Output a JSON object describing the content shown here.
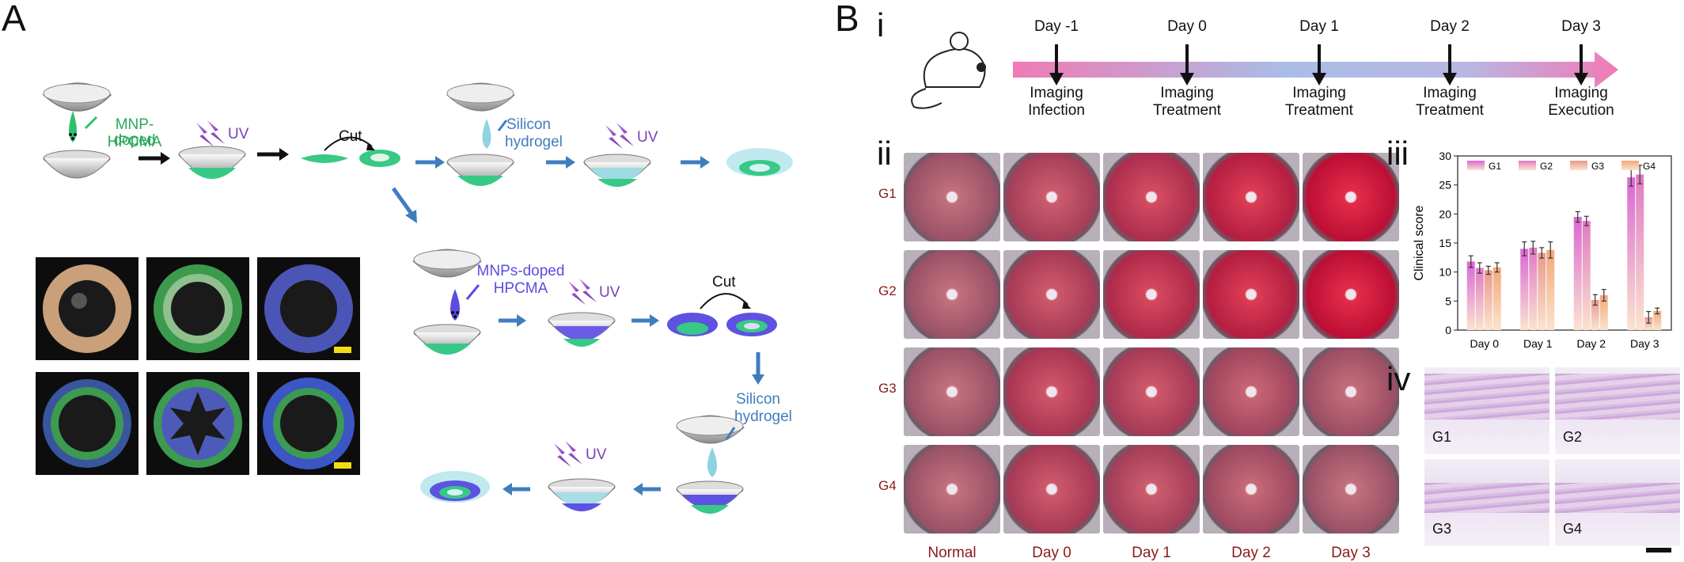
{
  "panelA": {
    "letter": "A",
    "labels": {
      "mnp_doped": "MNP-doped",
      "hpcma": "HPCMA",
      "uv": "UV",
      "cut": "Cut",
      "silicon": "Silicon",
      "hydrogel": "hydrogel",
      "mnps_doped": "MNPs-doped"
    }
  },
  "panelB": {
    "letter": "B",
    "i": {
      "numeral": "i",
      "timeline": [
        {
          "day": "Day -1",
          "l1": "Imaging",
          "l2": "Infection"
        },
        {
          "day": "Day 0",
          "l1": "Imaging",
          "l2": "Treatment"
        },
        {
          "day": "Day 1",
          "l1": "Imaging",
          "l2": "Treatment"
        },
        {
          "day": "Day 2",
          "l1": "Imaging",
          "l2": "Treatment"
        },
        {
          "day": "Day 3",
          "l1": "Imaging",
          "l2": "Execution"
        }
      ]
    },
    "ii": {
      "numeral": "ii",
      "rows": [
        "G1",
        "G2",
        "G3",
        "G4"
      ],
      "cols": [
        "Normal",
        "Day 0",
        "Day 1",
        "Day 2",
        "Day 3"
      ]
    },
    "iii": {
      "numeral": "iii"
    },
    "iv": {
      "numeral": "iv",
      "tags": [
        "G1",
        "G2",
        "G3",
        "G4"
      ]
    }
  },
  "chart_data": {
    "type": "bar",
    "ylabel": "Clinical score",
    "categories": [
      "Day 0",
      "Day 1",
      "Day 2",
      "Day 3"
    ],
    "ylim": [
      0,
      30
    ],
    "yticks": [
      0,
      5,
      10,
      15,
      20,
      25,
      30
    ],
    "legend_placement": "top",
    "series": [
      {
        "name": "G1",
        "color": "#d968d2",
        "values": [
          11.8,
          14.0,
          19.5,
          26.3
        ],
        "errors": [
          1.0,
          1.2,
          0.9,
          1.5
        ]
      },
      {
        "name": "G2",
        "color": "#e07ac4",
        "values": [
          10.7,
          14.2,
          18.8,
          26.8
        ],
        "errors": [
          0.9,
          1.1,
          0.8,
          1.6
        ]
      },
      {
        "name": "G3",
        "color": "#e8998f",
        "values": [
          10.3,
          13.3,
          5.2,
          2.2
        ],
        "errors": [
          0.7,
          0.9,
          0.9,
          1.0
        ]
      },
      {
        "name": "G4",
        "color": "#f2a878",
        "values": [
          10.8,
          13.8,
          6.0,
          3.3
        ],
        "errors": [
          0.8,
          1.4,
          1.0,
          0.5
        ]
      }
    ]
  }
}
